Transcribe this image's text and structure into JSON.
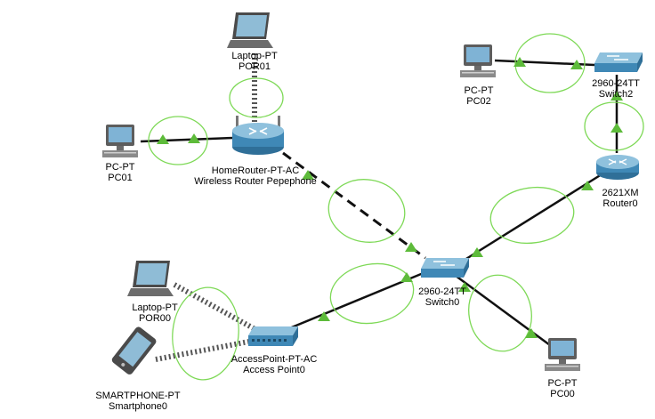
{
  "devices": {
    "laptop_por01": {
      "model": "Laptop-PT",
      "name": "POR01"
    },
    "pc01": {
      "model": "PC-PT",
      "name": "PC01"
    },
    "home_router": {
      "model": "HomeRouter-PT-AC",
      "name": "Wireless Router Pepephone"
    },
    "pc02": {
      "model": "PC-PT",
      "name": "PC02"
    },
    "switch2": {
      "model": "2960-24TT",
      "name": "Switch2"
    },
    "router0": {
      "model": "2621XM",
      "name": "Router0"
    },
    "switch0": {
      "model": "2960-24TT",
      "name": "Switch0"
    },
    "laptop_por00": {
      "model": "Laptop-PT",
      "name": "POR00"
    },
    "access_point": {
      "model": "AccessPoint-PT-AC",
      "name": "Access Point0"
    },
    "smartphone": {
      "model": "SMARTPHONE-PT",
      "name": "Smartphone0"
    },
    "pc00": {
      "model": "PC-PT",
      "name": "PC00"
    }
  },
  "colors": {
    "link": "#111111",
    "link_indicator": "#5dbb3a",
    "ellipse": "#7ed957",
    "device_body": "#3f88b6",
    "device_light": "#cfe3ef"
  }
}
